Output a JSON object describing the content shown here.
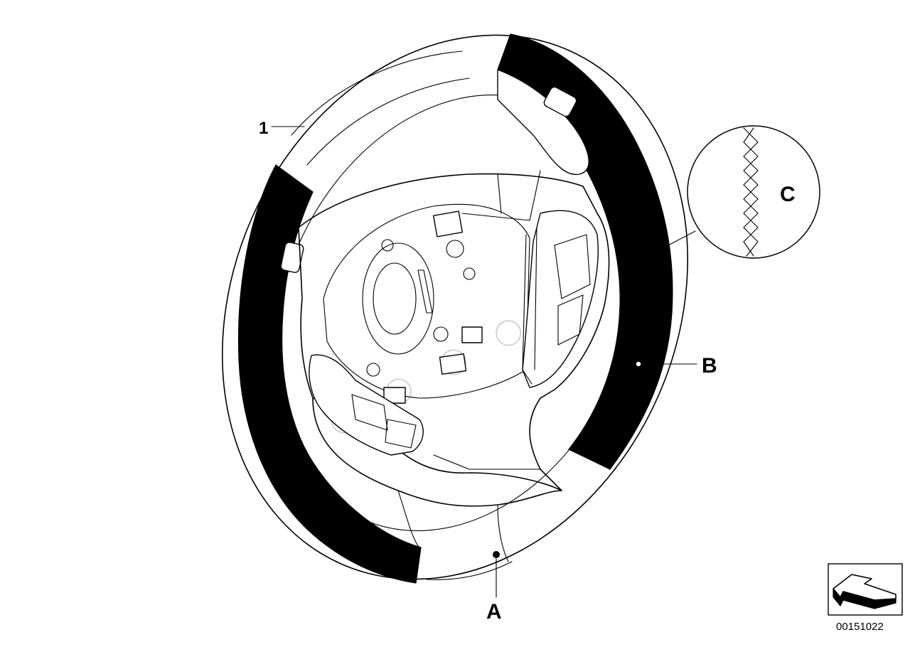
{
  "labels": {
    "part_1": "1",
    "callout_a": "A",
    "callout_b": "B",
    "callout_c": "C"
  },
  "diagram_number": "00151022",
  "icons": {
    "orientation_arrow": "orientation-arrow-icon"
  },
  "colors": {
    "ink": "#000000",
    "paper": "#ffffff",
    "watermark": "#c8c8c8"
  }
}
